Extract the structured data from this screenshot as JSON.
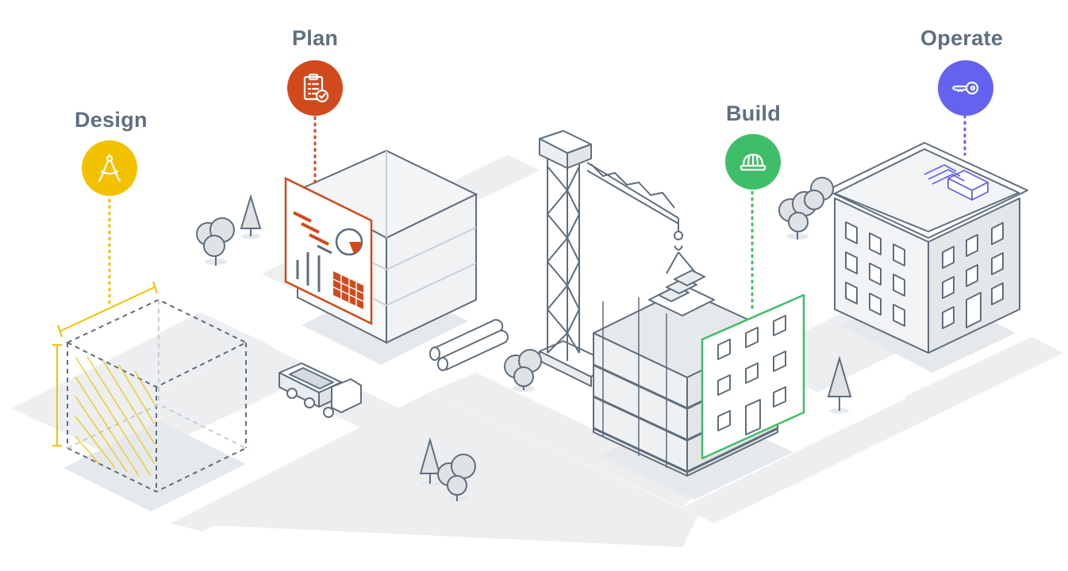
{
  "stages": {
    "design": {
      "label": "Design",
      "color": "#f2c200",
      "icon": "drafting-compass-icon"
    },
    "plan": {
      "label": "Plan",
      "color": "#d24a1c",
      "icon": "clipboard-checklist-icon"
    },
    "build": {
      "label": "Build",
      "color": "#3fbe6a",
      "icon": "hard-hat-icon"
    },
    "operate": {
      "label": "Operate",
      "color": "#6462ef",
      "icon": "key-icon"
    }
  },
  "palette": {
    "ground": "#ebedef",
    "line": "#5f6e7c",
    "fill": "#e2e5e8",
    "white": "#ffffff"
  }
}
